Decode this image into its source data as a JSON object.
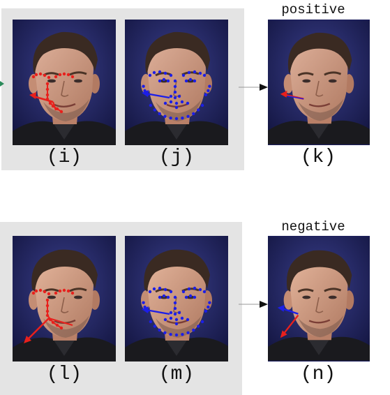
{
  "rows": [
    {
      "panels": [
        {
          "caption": "(i)",
          "landmark_color": "#e8201c",
          "mode": "sparse"
        },
        {
          "caption": "(j)",
          "landmark_color": "#1c1ee8",
          "mode": "contour"
        }
      ],
      "result": {
        "caption": "(k)",
        "label": "positive",
        "variant": "positive"
      }
    },
    {
      "panels": [
        {
          "caption": "(l)",
          "landmark_color": "#e8201c",
          "mode": "sparse"
        },
        {
          "caption": "(m)",
          "landmark_color": "#1c1ee8",
          "mode": "contour"
        }
      ],
      "result": {
        "caption": "(n)",
        "label": "negative",
        "variant": "negative"
      }
    }
  ],
  "colors": {
    "panel_bg": "#e4e4e4",
    "red": "#e8201c",
    "blue": "#1c1ee8",
    "backdrop": "#1c1f5c"
  }
}
